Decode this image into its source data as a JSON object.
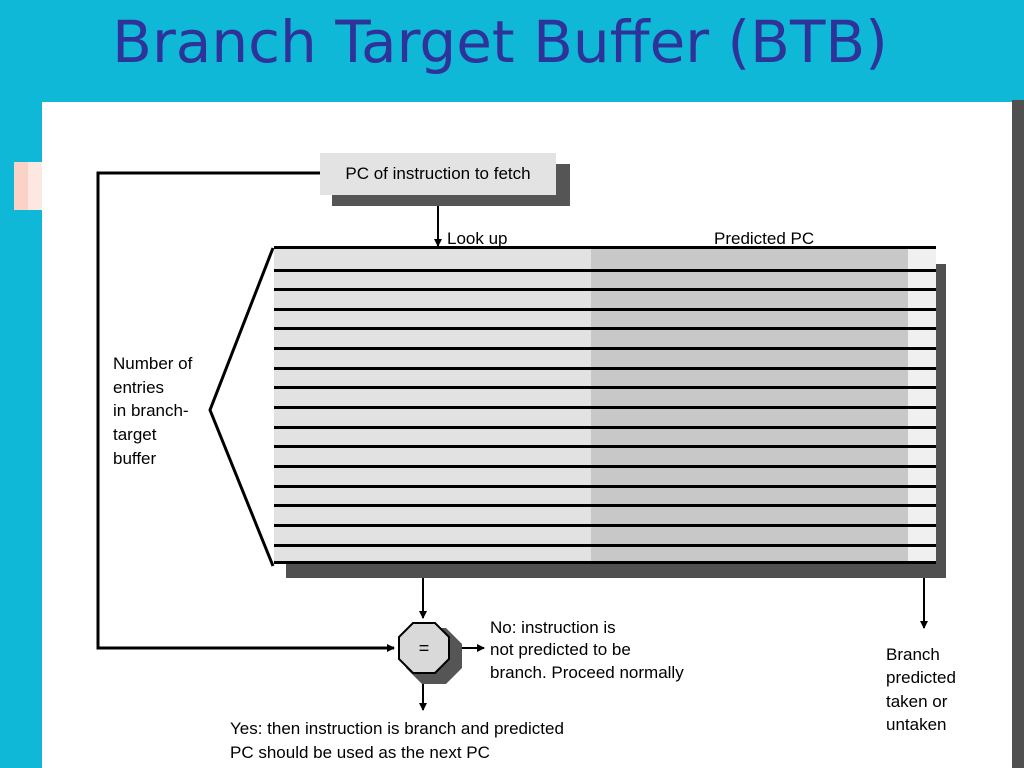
{
  "slide": {
    "title": "Branch Target Buffer (BTB)"
  },
  "diagram": {
    "pc_box_label": "PC of instruction to fetch",
    "lookup_label": "Look up",
    "predicted_pc_label": "Predicted PC",
    "entries_label_lines": [
      "Number of",
      "entries",
      "in branch-",
      "target",
      "buffer"
    ],
    "compare_symbol": "=",
    "no_branch_lines": [
      "No:  instruction is",
      "not predicted to be",
      "branch. Proceed normally"
    ],
    "yes_branch_lines": [
      "Yes:  then instruction is branch and predicted",
      "PC should be used as the next PC"
    ],
    "prediction_lines": [
      "Branch",
      "predicted",
      "taken or",
      "untaken"
    ],
    "table_row_count": 16
  },
  "colors": {
    "background": "#10b8d8",
    "title": "#2e3399",
    "content": "#ffffff",
    "shadow": "#505050"
  }
}
